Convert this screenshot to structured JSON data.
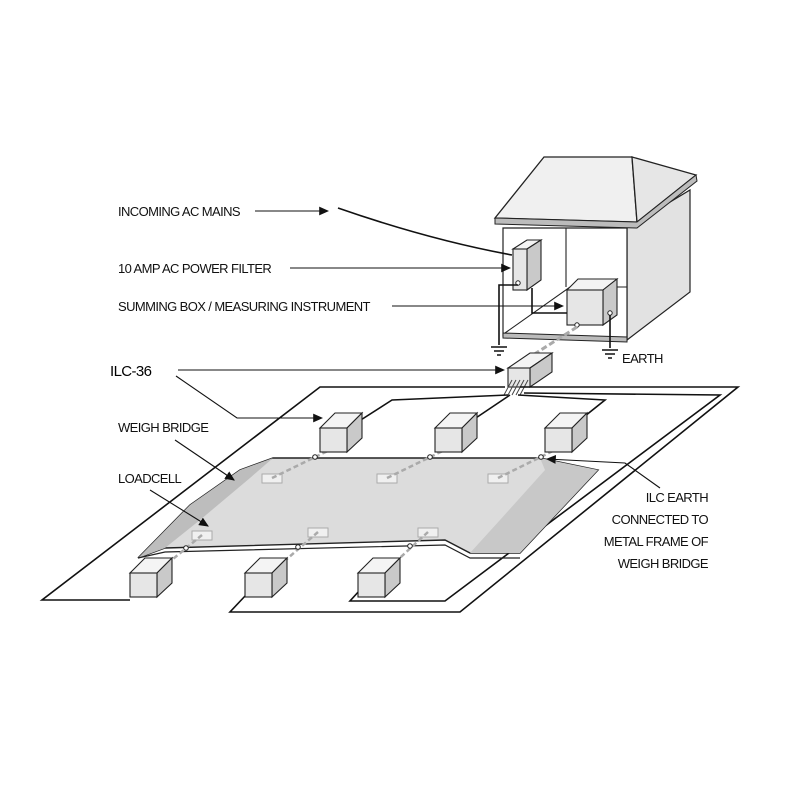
{
  "labels": {
    "incoming_ac_mains": "INCOMING AC MAINS",
    "power_filter": "10 AMP AC POWER FILTER",
    "summing_box": "SUMMING BOX / MEASURING INSTRUMENT",
    "ilc36": "ILC-36",
    "weigh_bridge": "WEIGH BRIDGE",
    "loadcell": "LOADCELL",
    "earth": "EARTH",
    "ilc_earth": [
      "ILC EARTH",
      "CONNECTED TO",
      "METAL FRAME OF",
      "WEIGH BRIDGE"
    ]
  },
  "colors": {
    "line": "#111111",
    "platform": "#dcdcdc",
    "platform_shade": "#bdbdbd",
    "roof": "#f0f0f0",
    "wall_side": "#e2e2e2"
  }
}
